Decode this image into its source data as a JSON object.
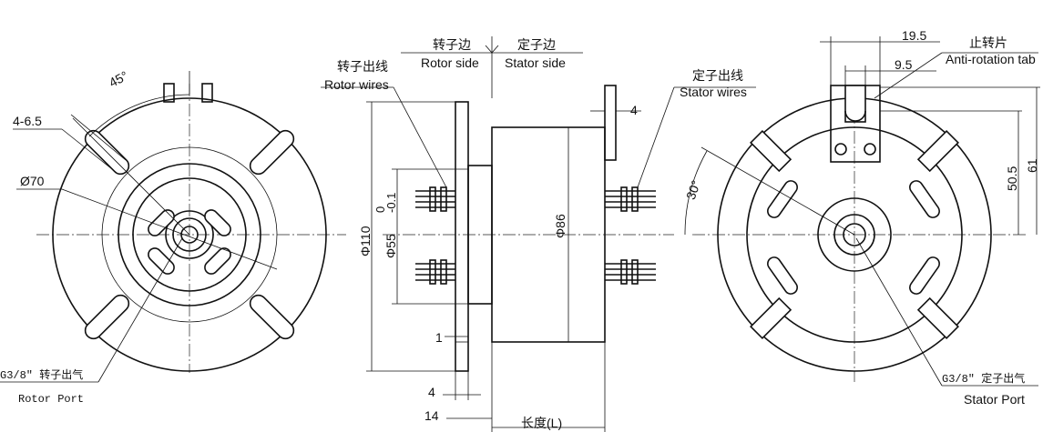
{
  "left_view": {
    "dim_angle": "45°",
    "dim_holes": "4-6.5",
    "dim_circle": "Ø70",
    "port_label_cn": "G3/8\" 转子出气",
    "port_label_en": "Rotor Port"
  },
  "side_view": {
    "rotor_side_cn": "转子边",
    "rotor_side_en": "Rotor side",
    "stator_side_cn": "定子边",
    "stator_side_en": "Stator side",
    "rotor_wires_cn": "转子出线",
    "rotor_wires_en": "Rotor wires",
    "stator_wires_cn": "定子出线",
    "stator_wires_en": "Stator wires",
    "dim_flange_thickness": "4",
    "dim_total_dia": "Φ110",
    "dim_shaft_dia": "Φ55",
    "dim_shaft_tol_upper": "0",
    "dim_shaft_tol_lower": "-0.1",
    "dim_body_dia": "Φ86",
    "dim_gap": "1",
    "dim_flange": "4",
    "dim_offset": "14",
    "dim_length": "长度(L)"
  },
  "right_view": {
    "dim_tab_width": "19.5",
    "dim_tab_slot": "9.5",
    "tab_label_cn": "止转片",
    "tab_label_en": "Anti-rotation tab",
    "dim_angle": "30°",
    "dim_height_1": "50.5",
    "dim_height_2": "61",
    "port_label_cn": "G3/8\" 定子出气",
    "port_label_en": "Stator Port"
  }
}
